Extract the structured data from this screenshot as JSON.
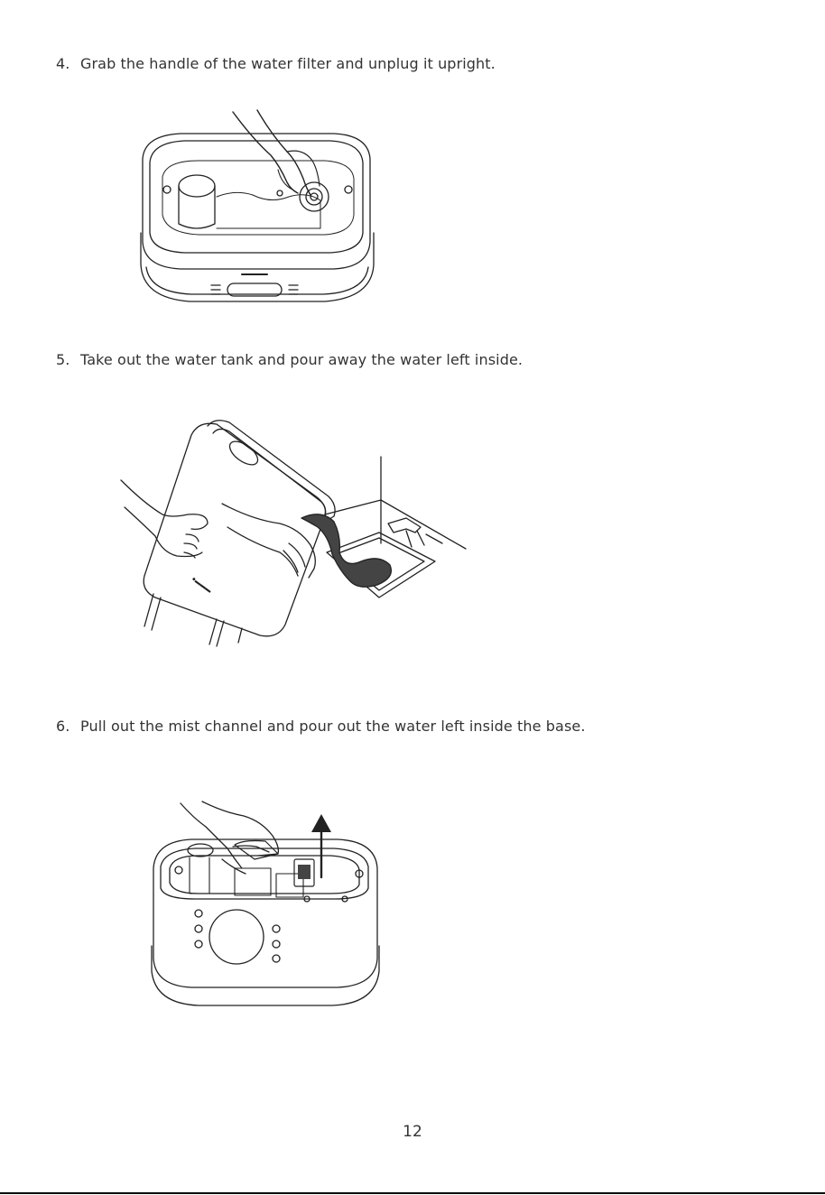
{
  "steps": [
    {
      "number": "4.",
      "text": "Grab the handle of the water filter and unplug it upright."
    },
    {
      "number": "5.",
      "text": "Take out the water tank and pour away the water left inside."
    },
    {
      "number": "6.",
      "text": "Pull out the mist channel and pour out the water left inside the base."
    }
  ],
  "page_number": "12",
  "illustrations": {
    "step4": "hand-removing-water-filter",
    "step5": "hands-pouring-water-tank-into-sink",
    "step6": "hand-pulling-out-mist-channel"
  },
  "colors": {
    "text": "#333333",
    "line": "#222222",
    "water": "#444444"
  }
}
